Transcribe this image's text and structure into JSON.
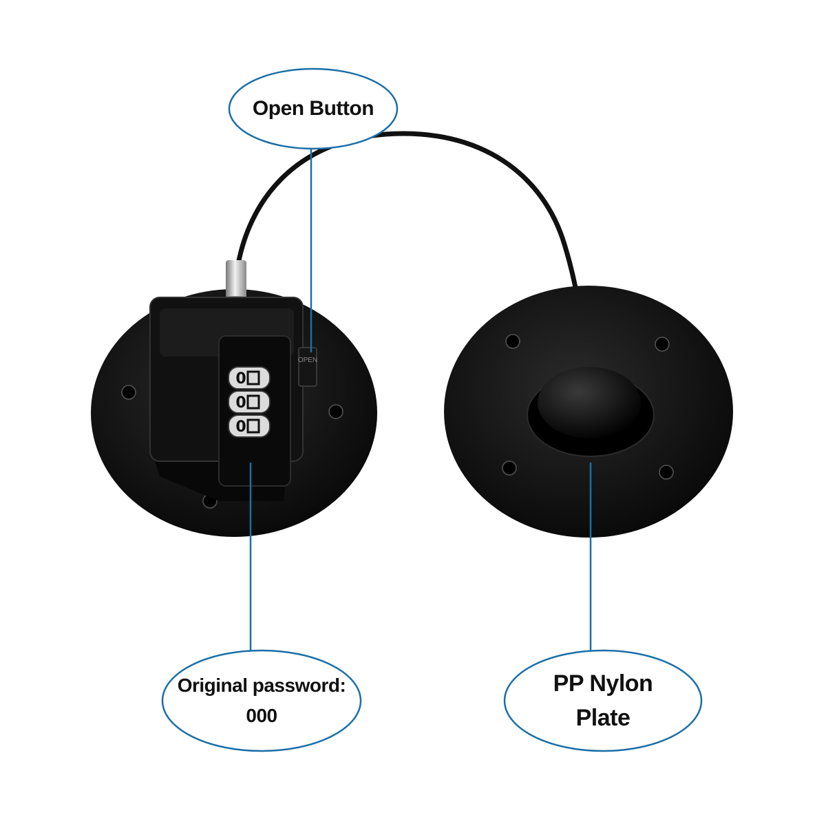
{
  "callouts": {
    "open_button": {
      "label": "Open Button"
    },
    "password": {
      "line1": "Original password:",
      "line2": "000"
    },
    "plate": {
      "line1": "PP Nylon",
      "line2": "Plate"
    }
  },
  "dial_digits": [
    "0",
    "0",
    "0"
  ],
  "colors": {
    "callout_outline": "#1a6fa8",
    "leader_line": "#1a6fa8",
    "product_black": "#0d0d0d",
    "background": "#ffffff"
  }
}
